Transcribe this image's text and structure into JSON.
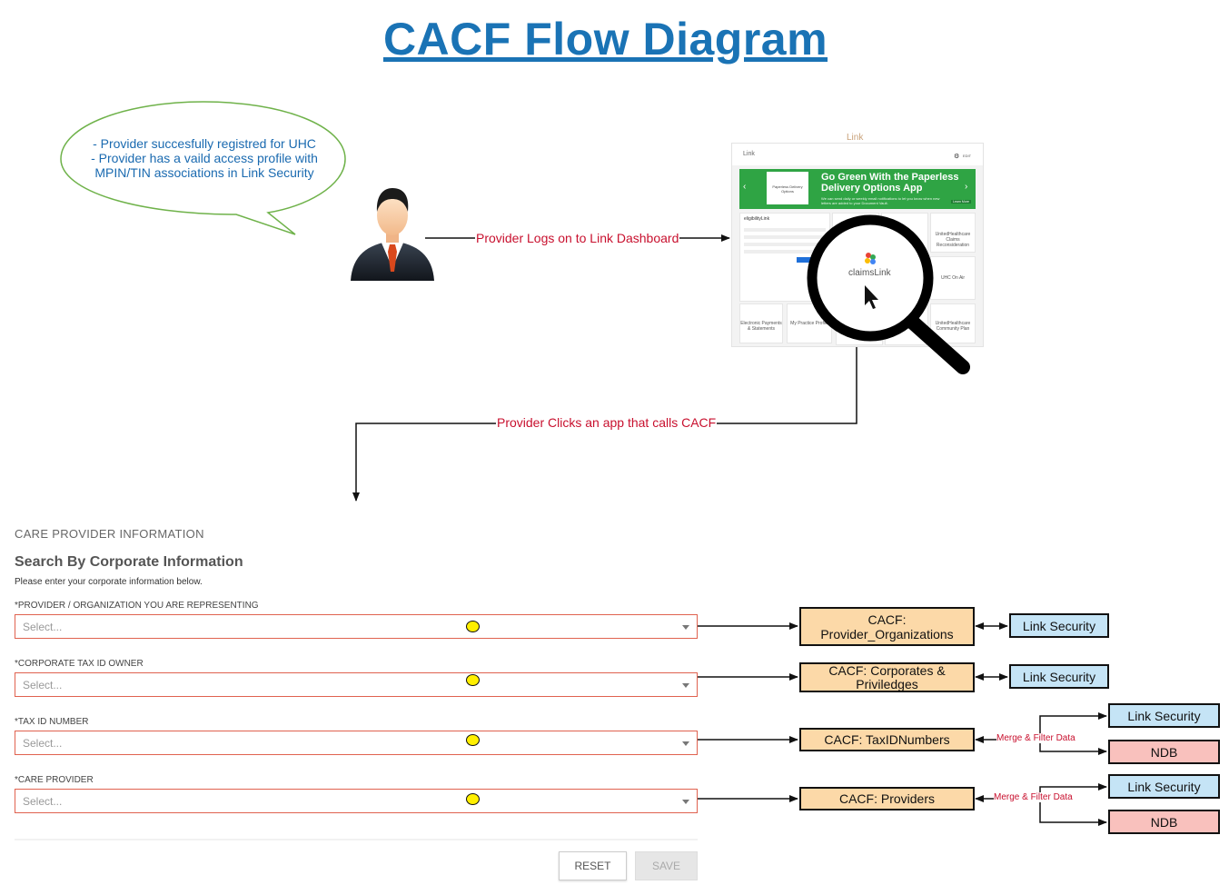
{
  "title": "CACF Flow Diagram",
  "callout": {
    "lines": [
      "- Provider succesfully registred for UHC",
      "- Provider has a vaild access profile with",
      "MPIN/TIN associations in Link Security"
    ]
  },
  "flow": {
    "logon_label": "Provider Logs on to Link Dashboard",
    "click_label": "Provider Clicks an app that calls CACF"
  },
  "dashboard": {
    "caption": "Link",
    "header": "Link",
    "edit": "EDIT",
    "banner_title_1": "Go Green With the Paperless",
    "banner_title_2": "Delivery Options App",
    "banner_body": "We can send daily or weekly email notifications to let you know when new letters are added to your Document Vault.",
    "banner_button": "Learn More",
    "banner_tile": "Paperless Delivery Options",
    "eligibility_tile": "eligibilityLink",
    "magnifier_app": "claimsLink",
    "tiles": [
      "UnitedHealthcare Claims Reconsideration",
      "UHC On Air",
      "Electronic Payments & Statements",
      "My Practice Profile",
      "UnitedHealthcare Community Plan"
    ]
  },
  "form": {
    "heading": "CARE PROVIDER INFORMATION",
    "subheading": "Search By Corporate Information",
    "hint": "Please enter your corporate information below.",
    "fields": [
      {
        "label": "*PROVIDER / ORGANIZATION YOU ARE REPRESENTING",
        "placeholder": "Select..."
      },
      {
        "label": "*CORPORATE TAX ID OWNER",
        "placeholder": "Select..."
      },
      {
        "label": "*TAX ID NUMBER",
        "placeholder": "Select..."
      },
      {
        "label": "*CARE PROVIDER",
        "placeholder": "Select..."
      }
    ],
    "reset_label": "RESET",
    "save_label": "SAVE"
  },
  "services": {
    "cacf": [
      "CACF:\nProvider_Organizations",
      "CACF: Corporates &\nPriviledges",
      "CACF: TaxIDNumbers",
      "CACF: Providers"
    ],
    "link_security": "Link Security",
    "ndb": "NDB",
    "merge_label": "Merge & Filter Data"
  },
  "colors": {
    "title": "#1a73b5",
    "flow_label": "#c8102e",
    "cacf_box": "#fcd9a8",
    "security_box": "#c5e4f6",
    "ndb_box": "#f9c1bd",
    "connector_dot": "#ffef00",
    "callout_border": "#6fb24a"
  }
}
